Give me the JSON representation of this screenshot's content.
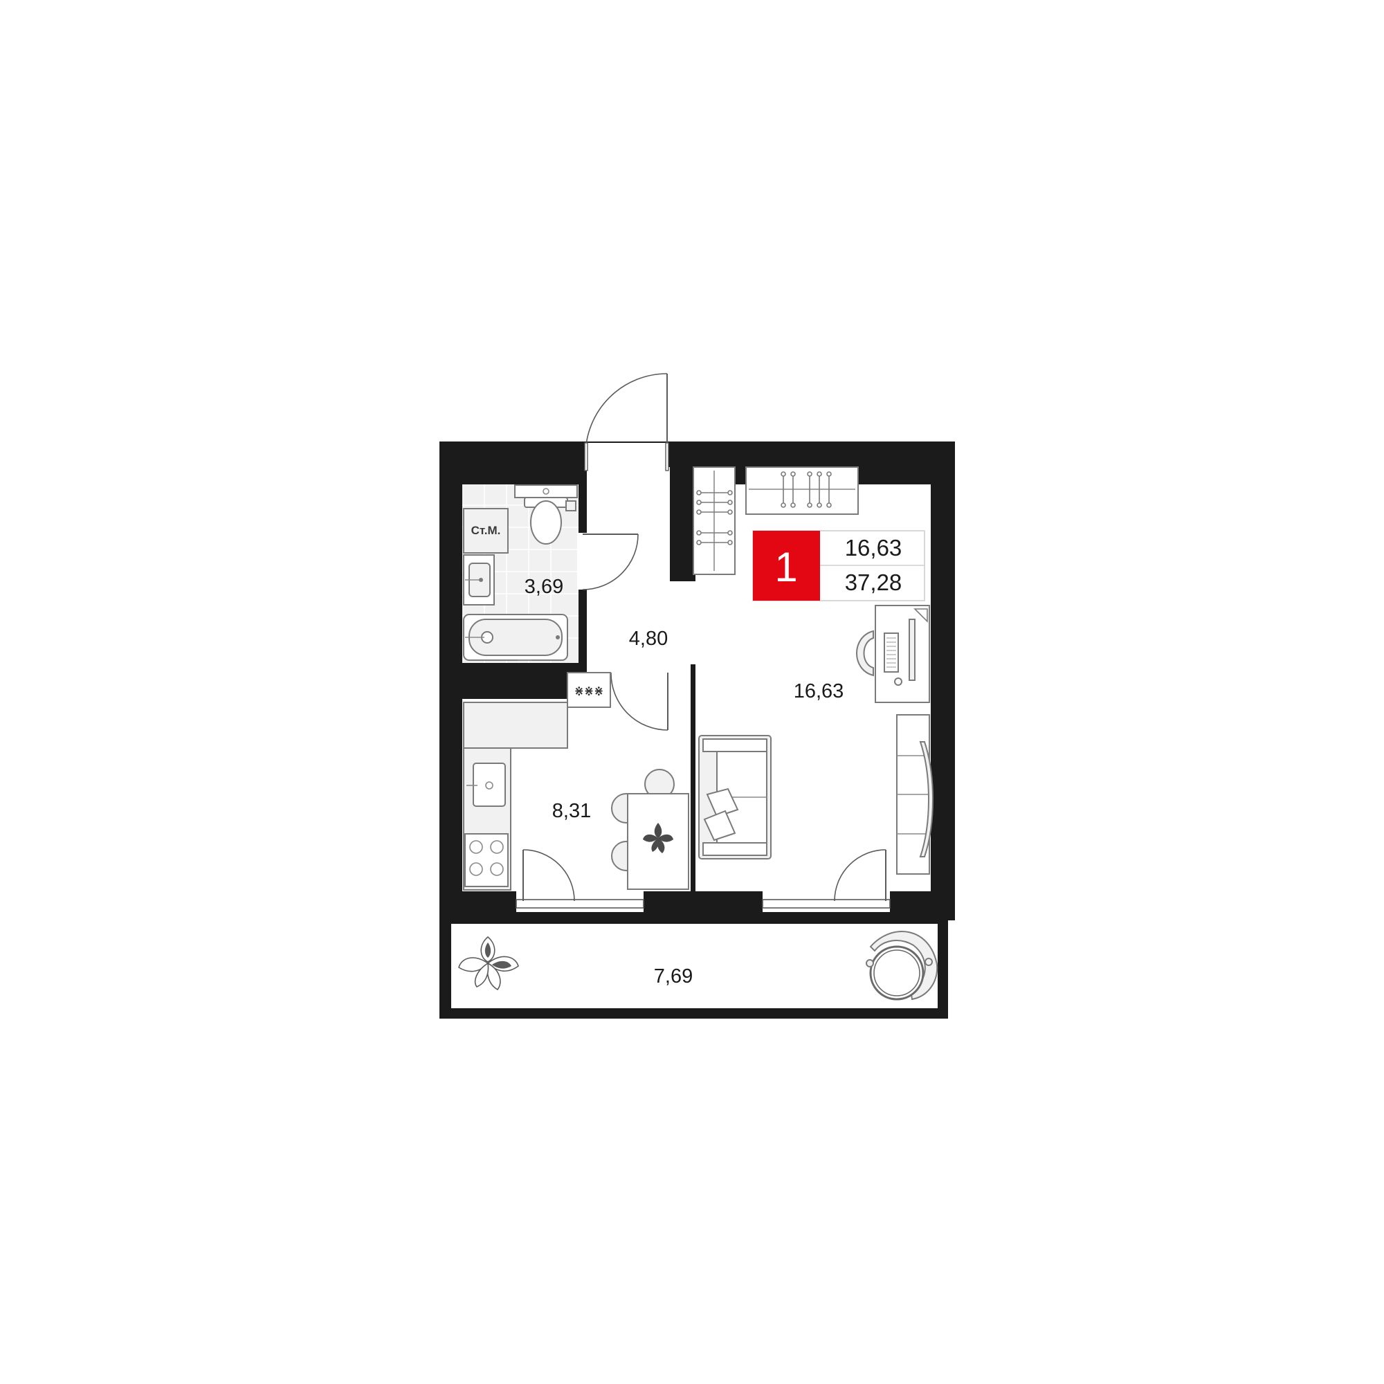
{
  "badge": {
    "rooms": "1",
    "living_area": "16,63",
    "total_area": "37,28",
    "accent_color": "#e30613"
  },
  "rooms": {
    "bathroom": "3,69",
    "hallway": "4,80",
    "living_room": "16,63",
    "kitchen": "8,31",
    "balcony": "7,69"
  },
  "labels": {
    "washing_machine": "Ст.М.",
    "meters": "⋇⋇⋇"
  },
  "colors": {
    "wall": "#1b1b1b",
    "tile": "#f1f1f1",
    "fixture_stroke": "#7a7a7a"
  }
}
